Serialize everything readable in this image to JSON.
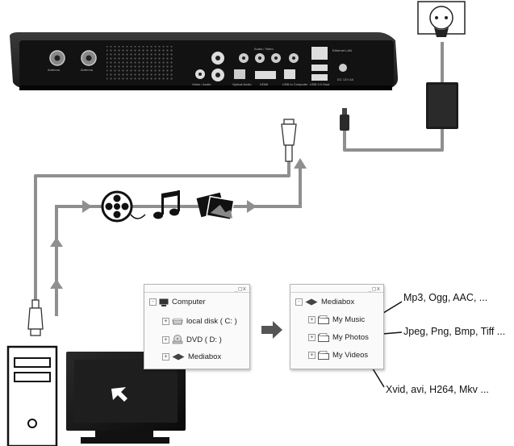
{
  "device": {
    "ports": {
      "antenna_in": "Antenna",
      "antenna_out": "Antenna",
      "audio_video": "Audio / Video",
      "video_audio": "Video / Audio",
      "optical": "Optical Audio",
      "hdmi": "HDMI",
      "usb_computer": "USB to Computer",
      "usb_host": "USB 2.0 Host",
      "ethernet": "Ethernet LAN",
      "power": "DC 12V 4A"
    }
  },
  "media_icons": [
    "film-reel-icon",
    "music-note-icon",
    "photos-icon"
  ],
  "explorer_left": {
    "root": "Computer",
    "items": [
      "local disk ( C: )",
      "DVD ( D: )",
      "Mediabox"
    ]
  },
  "explorer_right": {
    "root": "Mediabox",
    "items": [
      "My Music",
      "My Photos",
      "My Videos"
    ]
  },
  "formats": {
    "music": "Mp3, Ogg, AAC, ...",
    "photos": "Jpeg, Png, Bmp, Tiff ...",
    "videos": "Xvid, avi, H264, Mkv ..."
  },
  "colors": {
    "cable": "#8f8f8f",
    "device_body": "#141414",
    "arrow": "#555555"
  }
}
